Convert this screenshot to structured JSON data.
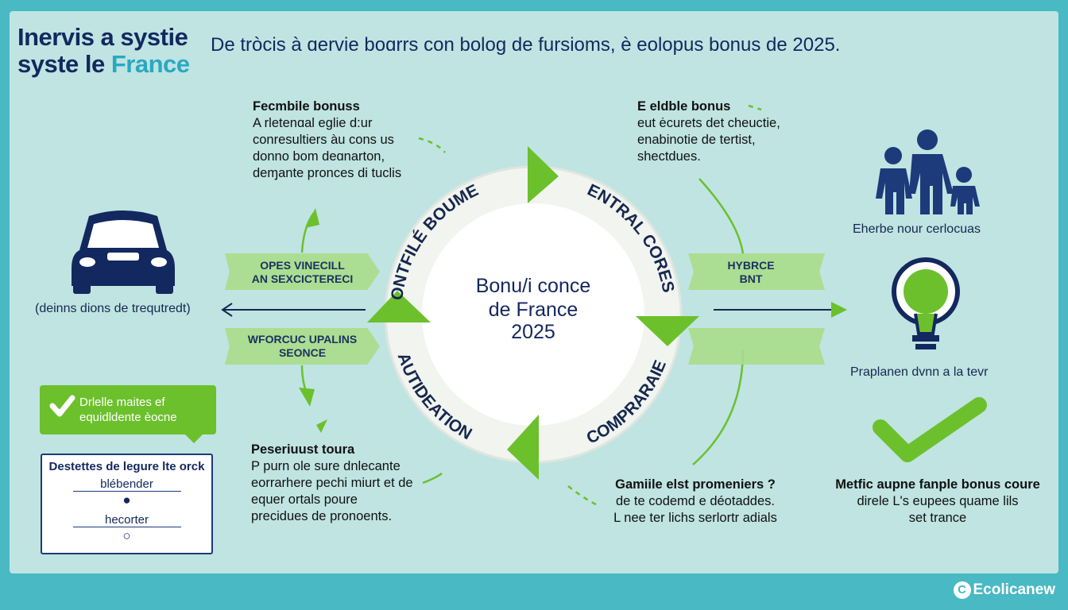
{
  "title": {
    "line1": "Inervis a systie",
    "line2_a": "syste le ",
    "line2_b": "France"
  },
  "subtitle": "De tròcis à ɑervie boɑrrs con bolog de fursioms, è eolopus bonus de 2025.",
  "center": {
    "line1": "Bonu/i conce",
    "line2": "de France",
    "line3": "2025"
  },
  "ring_labels": {
    "top_left": "ONTFILÉ BOUME",
    "top_right": "ENTRAL CORES",
    "bottom_left": "AUTIDEATION",
    "bottom_right": "COMPRARAIE"
  },
  "blocks": {
    "top_left": {
      "head": "Fecmbile bonuss",
      "lines": [
        "A rletenɑal eglie d:ur",
        "conresultiers àu cons us",
        "donno bom deɑnarton,",
        "deɱante pronces di tuclis"
      ]
    },
    "top_right": {
      "head": "E eldble bonus",
      "lines": [
        "eut ėcurets det cheuctie,",
        "enabinotie de tertist,",
        "shectdues."
      ]
    },
    "bottom_left": {
      "head": "Peseriuust toura",
      "lines": [
        "P purn ole sure dnlecante",
        "eorrarhere pechi miurt et de",
        "equer ortals poure",
        "precidues de pronoents."
      ]
    },
    "bottom_center": {
      "head": "Gamiile elst promeniers ?",
      "lines": [
        "de te codemd e déotaddes.",
        "L nee ter lichs serlortr adials"
      ]
    },
    "bottom_right": {
      "head": "Metfic aupne fanple bonus coure",
      "lines": [
        "direle L's eupees quame lils",
        "set trance"
      ]
    }
  },
  "captions": {
    "car": "(deinns dions de trequtredt)",
    "family": "Eherbe nour cerlocuas",
    "bulb": "Praplanen dvnn a la tevr"
  },
  "bands": {
    "left_top": [
      "OPES VINECILL",
      "AN SEXCICTERECI"
    ],
    "left_bottom": [
      "WFORCUC UPALINS",
      "SEONCE"
    ],
    "right_top": [
      "HYBRCE",
      "BNT"
    ]
  },
  "badge": {
    "lines": [
      "Drlelle maites ef",
      "equidldente èocne"
    ]
  },
  "card": {
    "head": "Destettes de legure lte orck",
    "rows": [
      "blébender",
      "hecorter"
    ]
  },
  "logo": "Ecolicanew",
  "colors": {
    "bg": "#49b9c4",
    "panel": "#bfe4e2",
    "navy": "#13285e",
    "green": "#6cc02c",
    "light_green": "#a9dd8a"
  }
}
